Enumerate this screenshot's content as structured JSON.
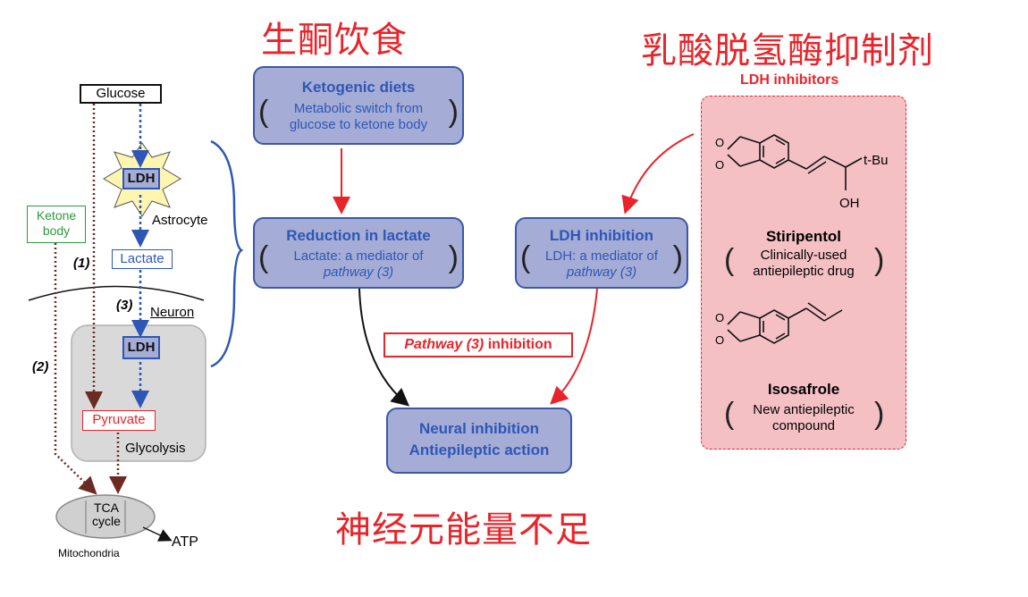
{
  "cn_titles": {
    "keto": "生酮饮食",
    "ldh_inhibitor": "乳酸脱氢酶抑制剂",
    "neuron_energy": "神经元能量不足"
  },
  "pathway": {
    "glucose": "Glucose",
    "ldh": "LDH",
    "astrocyte": "Astrocyte",
    "ketone_body": "Ketone\nbody",
    "lactate": "Lactate",
    "label_1": "(1)",
    "label_2": "(2)",
    "label_3": "(3)",
    "neuron": "Neuron",
    "pyruvate": "Pyruvate",
    "glycolysis": "Glycolysis",
    "tca": "TCA\ncycle",
    "atp": "ATP",
    "mitochondria": "Mitochondria"
  },
  "flow": {
    "keto_title": "Ketogenic diets",
    "keto_sub": "Metabolic switch from\nglucose to ketone body",
    "reduction_title": "Reduction in lactate",
    "reduction_sub_prefix": "Lactate: a mediator of",
    "ldh_inh_title": "LDH inhibition",
    "ldh_inh_sub_prefix": "LDH: a mediator of",
    "pathway3": "pathway (3)",
    "pathway_label_italic": "Pathway (3)",
    "pathway_label_rest": " inhibition",
    "neural_title1": "Neural inhibition",
    "neural_title2": "Antiepileptic action"
  },
  "inhibitors": {
    "header": "LDH inhibitors",
    "tbu": "t-Bu",
    "oh": "OH",
    "stiripentol": "Stiripentol",
    "stiripentol_sub": "Clinically-used\nantiepileptic drug",
    "isosafrole": "Isosafrole",
    "isosafrole_sub": "New antiepileptic\ncompound"
  },
  "colors": {
    "red": "#e8242a",
    "blue": "#2e57b5",
    "box_fill": "#a5acd6",
    "panel_fill": "#f5c0c4",
    "brown": "#6b2a22"
  }
}
